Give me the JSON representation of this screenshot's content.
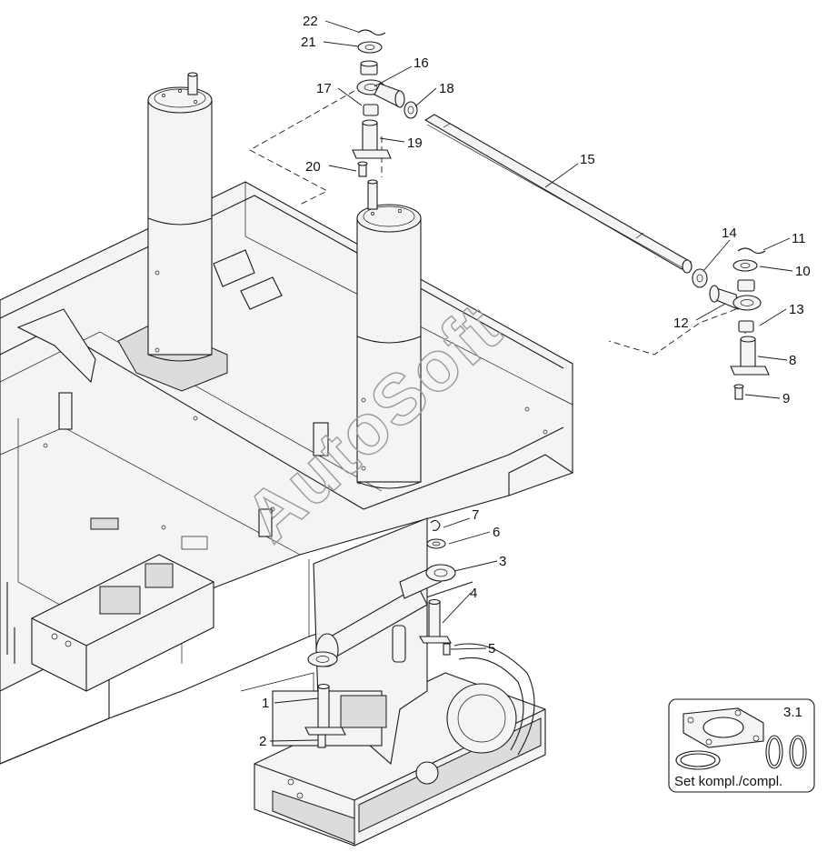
{
  "watermark": "AutoSoft",
  "callouts": [
    "22",
    "21",
    "16",
    "17",
    "18",
    "19",
    "20",
    "15",
    "14",
    "11",
    "10",
    "12",
    "13",
    "8",
    "9",
    "7",
    "6",
    "3",
    "4",
    "5",
    "1",
    "2"
  ],
  "inset": {
    "item_number": "3.1",
    "caption": "Set kompl./compl."
  }
}
